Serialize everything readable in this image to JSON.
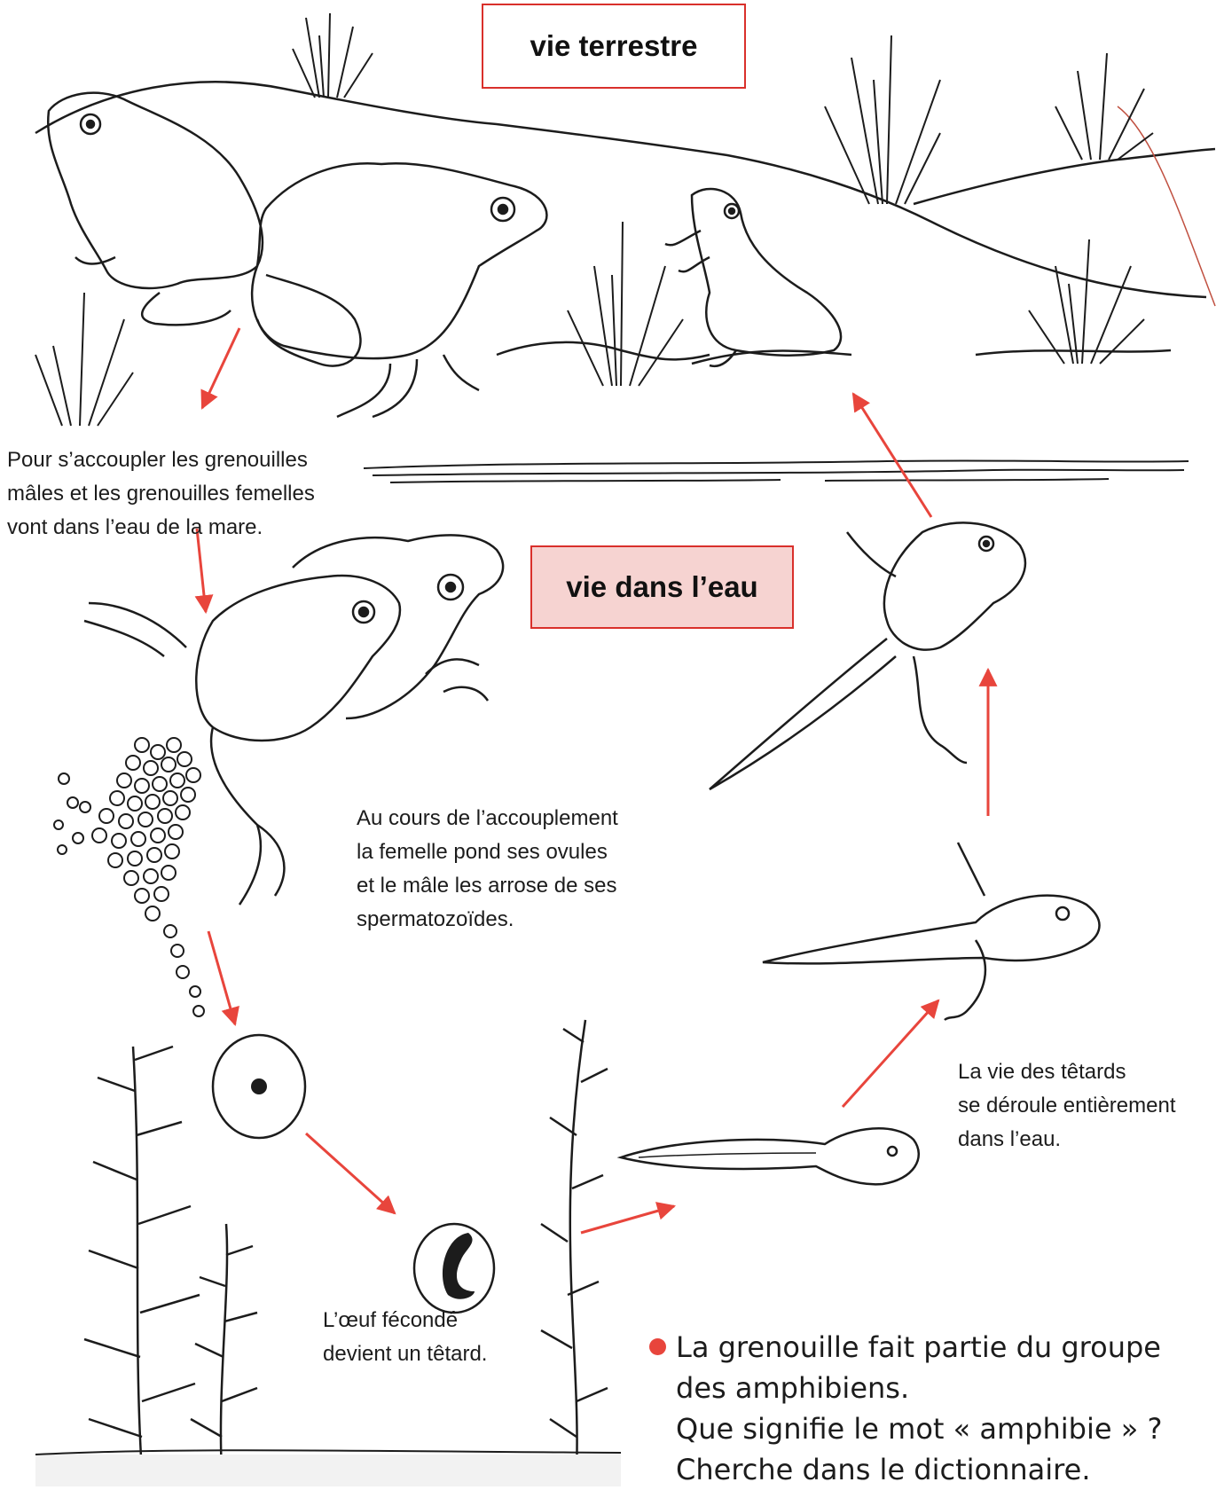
{
  "labels": {
    "land_life": "vie terrestre",
    "water_life": "vie dans l’eau"
  },
  "captions": {
    "mating": [
      "Pour s’accoupler les grenouilles",
      "mâles et les grenouilles femelles",
      "vont dans l’eau de la mare."
    ],
    "fertilization": [
      "Au cours de l’accouplement",
      "la femelle pond ses ovules",
      "et le mâle les arrose de ses",
      "spermatozoïdes."
    ],
    "tadpole_life": [
      "La vie des têtards",
      "se déroule entièrement",
      "dans l’eau."
    ],
    "fertilized_egg": [
      "L’œuf fécondé",
      "devient un têtard."
    ]
  },
  "question": {
    "lines": [
      "La grenouille fait partie du groupe",
      "des amphibiens.",
      "Que signifie le mot « amphibie » ?",
      "Cherche dans le dictionnaire."
    ]
  },
  "colors": {
    "arrow": "#e8453c",
    "box_border": "#d9302b",
    "water_box_fill": "#f6d3d1",
    "ink": "#1c1c1c"
  }
}
